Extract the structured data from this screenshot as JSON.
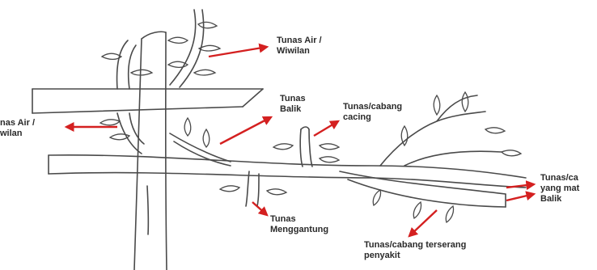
{
  "colors": {
    "ink": "#4a4a4a",
    "arrow": "#d42020",
    "paper": "#ffffff"
  },
  "labels": {
    "water_shoot_top": {
      "line1": "Tunas Air /",
      "line2": "Wiwilan"
    },
    "water_shoot_left": {
      "line1": "nas Air /",
      "line2": "wilan"
    },
    "back_shoot": {
      "line1": "Tunas",
      "line2": "Balik"
    },
    "worm_branch": {
      "line1": "Tunas/cabang",
      "line2": "cacing"
    },
    "hanging_shoot": {
      "line1": "Tunas",
      "line2": "Menggantung"
    },
    "dead_branch": {
      "line1": "Tunas/ca",
      "line2": "yang mat",
      "line3": "Balik"
    },
    "diseased_branch": {
      "line1": "Tunas/cabang terserang",
      "line2": "penyakit"
    }
  }
}
